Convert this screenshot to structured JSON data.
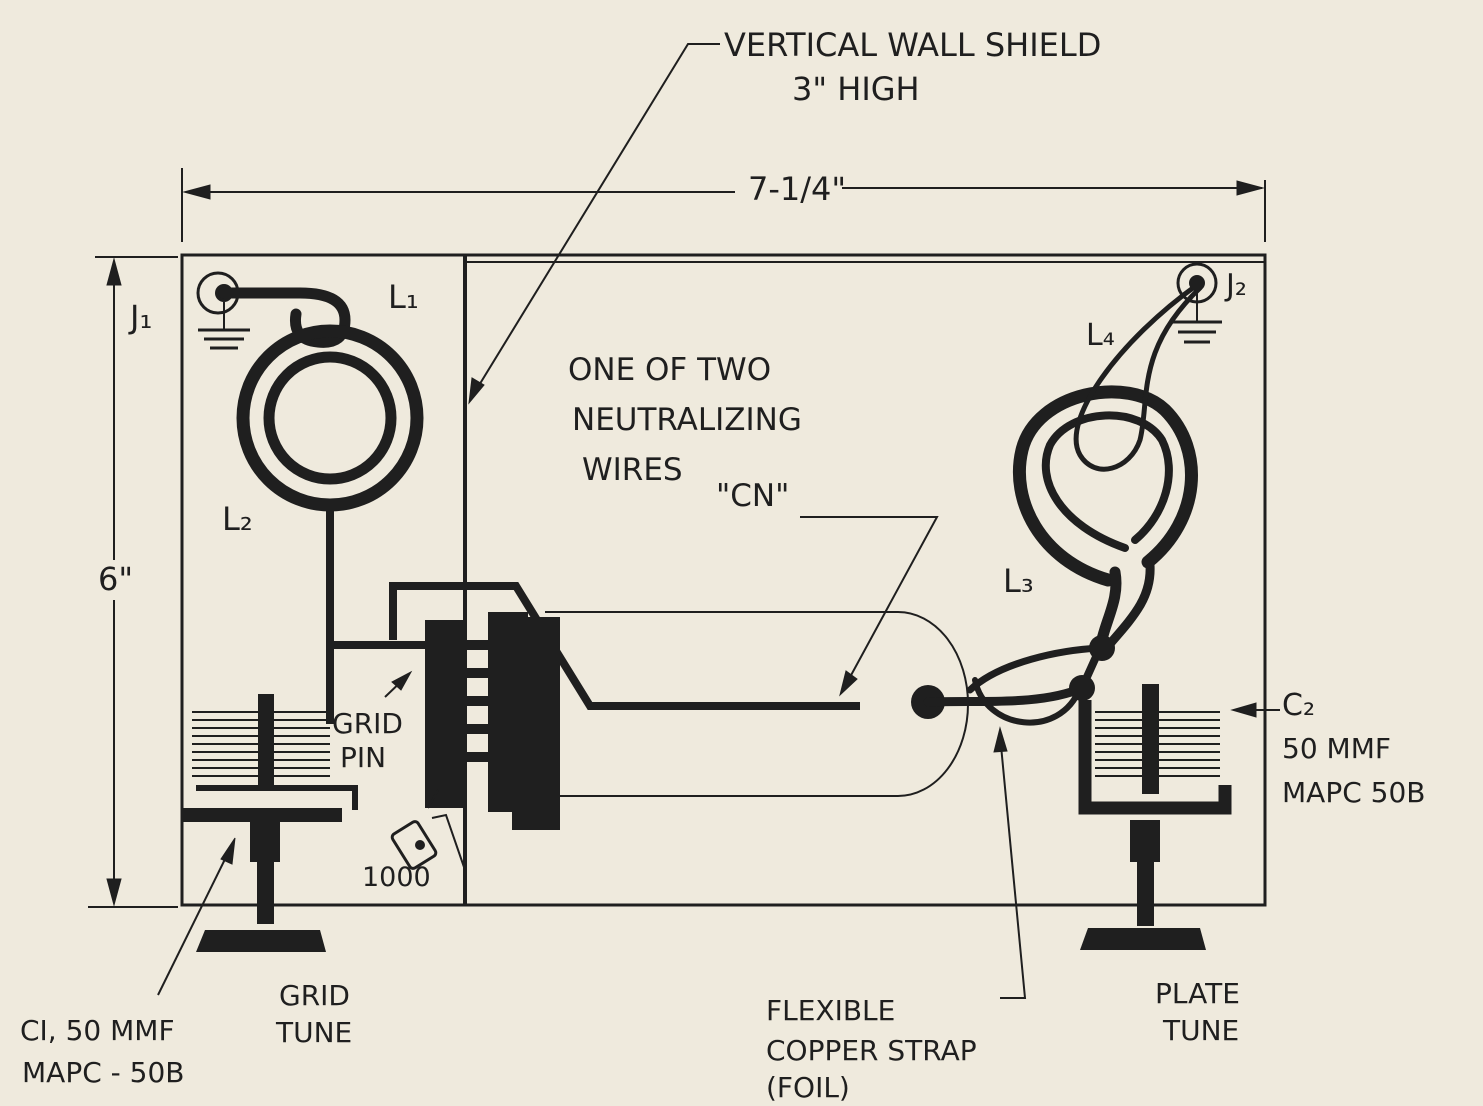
{
  "colors": {
    "paper": "#efeadd",
    "ink": "#1f1f1f"
  },
  "labels": {
    "shield_line1": "VERTICAL WALL SHIELD",
    "shield_line2": "3\" HIGH",
    "width_dim": "7-1/4\"",
    "height_dim": "6\"",
    "j1": "J₁",
    "j2": "J₂",
    "l1": "L₁",
    "l2": "L₂",
    "l3": "L₃",
    "l4": "L₄",
    "neut_line1": "ONE OF TWO",
    "neut_line2": "NEUTRALIZING",
    "neut_line3": "WIRES",
    "neut_cn": "\"CN\"",
    "grid_pin_line1": "GRID",
    "grid_pin_line2": "PIN",
    "resistor": "1000",
    "c2_line1": "C₂",
    "c2_line2": "50 MMF",
    "c2_line3": "MAPC 50B",
    "c1_line1": "CI, 50 MMF",
    "c1_line2": "MAPC - 50B",
    "grid_tune_line1": "GRID",
    "grid_tune_line2": "TUNE",
    "strap_line1": "FLEXIBLE",
    "strap_line2": "COPPER STRAP",
    "strap_line3": "(FOIL)",
    "plate_tune_line1": "PLATE",
    "plate_tune_line2": "TUNE"
  }
}
